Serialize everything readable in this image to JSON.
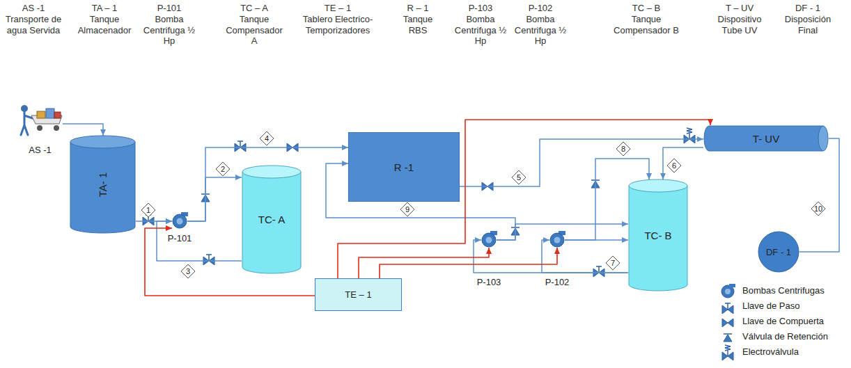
{
  "diagram": {
    "nodes": [
      {
        "text": [
          "AS -1"
        ]
      },
      {
        "text": [
          "TA- 1"
        ]
      },
      {
        "text": [
          "P-101"
        ]
      },
      {
        "text": [
          "TC- A"
        ]
      },
      {
        "text": [
          "R -1"
        ]
      },
      {
        "text": [
          "T- UV"
        ]
      },
      {
        "text": [
          "P-103"
        ]
      },
      {
        "text": [
          "P-102"
        ]
      },
      {
        "text": [
          "TC- B"
        ]
      },
      {
        "text": [
          "DF - 1"
        ]
      },
      {
        "text": [
          "TE – 1"
        ]
      }
    ],
    "edges": [
      {
        "from": 0,
        "to": 1,
        "arrow": "to"
      },
      {
        "from": 1,
        "to": 2,
        "arrow": "to"
      },
      {
        "from": 2,
        "to": 3,
        "arrow": "to"
      },
      {
        "from": 2,
        "to": 4,
        "arrow": "to"
      },
      {
        "from": 3,
        "to": 2,
        "arrow": "to"
      },
      {
        "from": 4,
        "to": 5,
        "arrow": "to"
      },
      {
        "from": 5,
        "to": 8,
        "arrow": "to"
      },
      {
        "from": 7,
        "to": 8,
        "arrow": "to"
      },
      {
        "from": 7,
        "to": 8,
        "arrow": "to"
      },
      {
        "from": 6,
        "to": 8,
        "arrow": "to"
      },
      {
        "from": 6,
        "to": 4,
        "arrow": "to"
      },
      {
        "from": 8,
        "to": 6,
        "arrow": "to"
      },
      {
        "from": 8,
        "to": 7,
        "arrow": "to"
      },
      {
        "from": 5,
        "to": 9,
        "arrow": "none"
      },
      {
        "from": 10,
        "to": 2,
        "arrow": "to"
      },
      {
        "from": 10,
        "to": 6,
        "arrow": "to"
      },
      {
        "from": 10,
        "to": 7,
        "arrow": "to"
      },
      {
        "from": 10,
        "to": 5,
        "arrow": "to"
      }
    ],
    "labels": [
      "AS -1",
      "Transporte de agua Servida",
      "TA – 1",
      "Tanque Almacenador",
      "P-101",
      "Bomba Centrifuga ½ Hp",
      "TC – A",
      "Tanque Compensador A",
      "TE – 1",
      "Tablero Electrico-Temporizadores",
      "R – 1",
      "Tanque RBS",
      "P-103",
      "Bomba Centrifuga ½ Hp",
      "P-102",
      "Bomba Centrifuga ½ Hp",
      "TC – B",
      "Tanque Compensador B",
      "T – UV",
      "Dispositivo Tube UV",
      "DF - 1",
      "Disposición Final",
      "1",
      "2",
      "3",
      "4",
      "5",
      "6",
      "7",
      "8",
      "9",
      "10"
    ],
    "legend": [
      {
        "text": "Bombas Centrifugas"
      },
      {
        "text": "Llave de Paso"
      },
      {
        "text": "Llave de Compuerta"
      },
      {
        "text": "Válvula de Retención"
      },
      {
        "text": "Electroválvula"
      }
    ]
  }
}
